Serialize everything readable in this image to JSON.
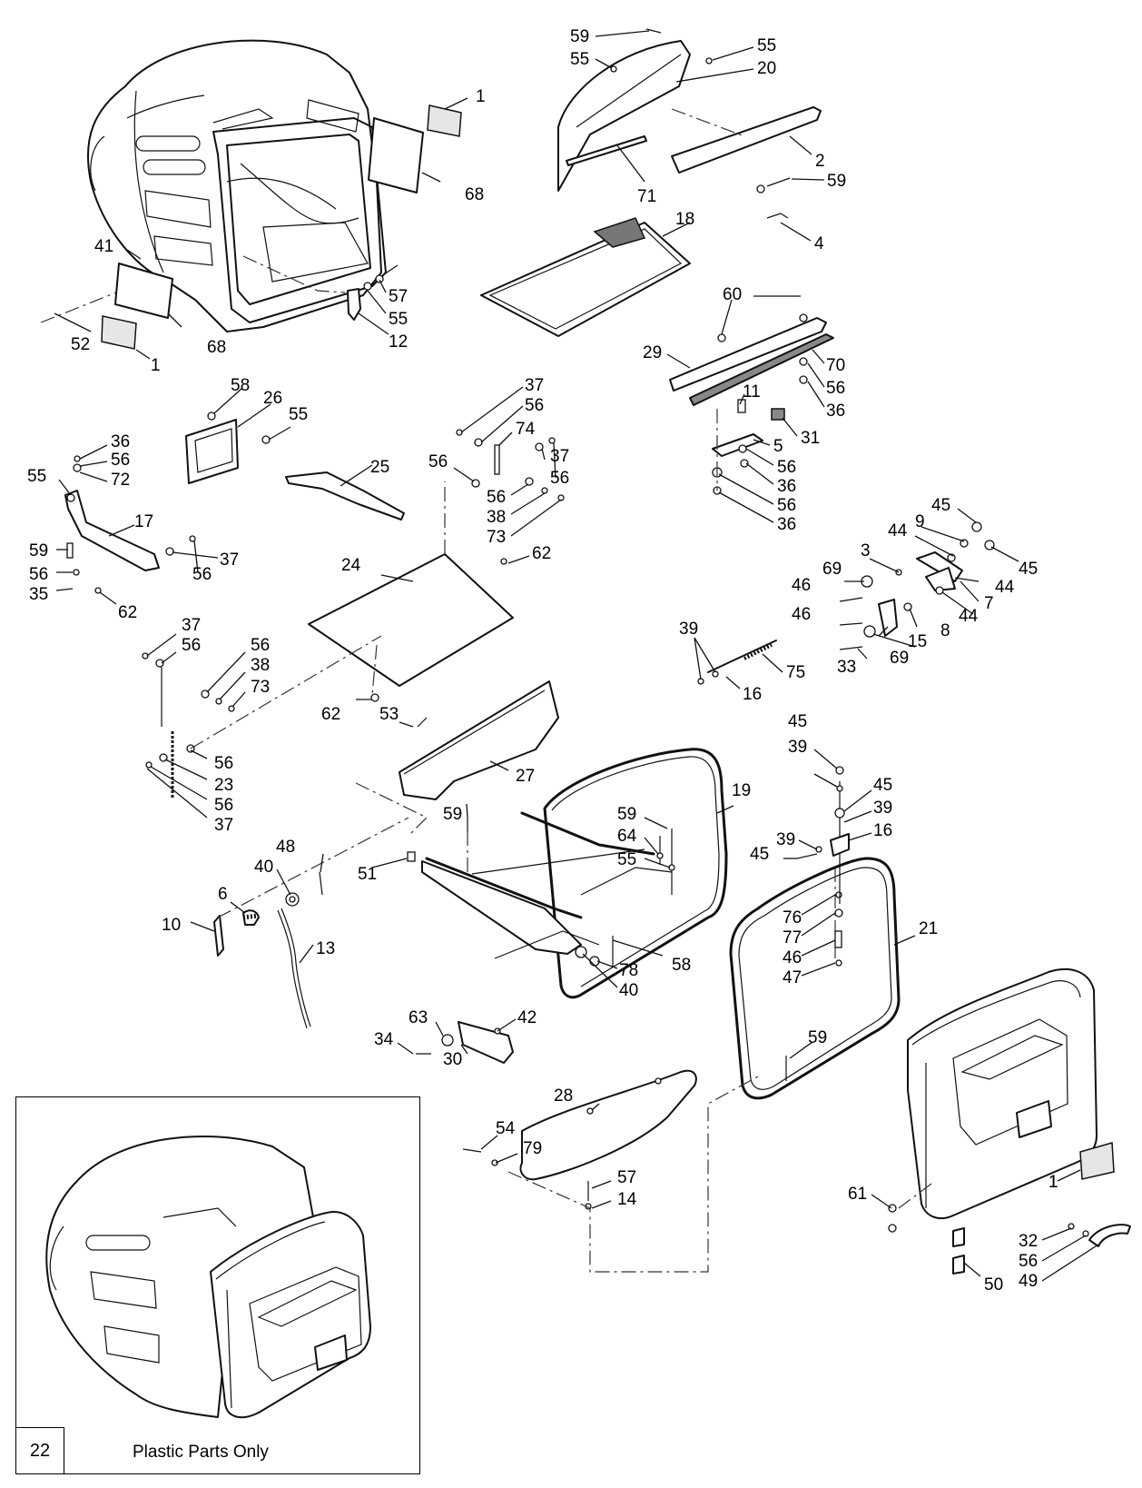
{
  "inset": {
    "number": "22",
    "caption": "Plastic Parts Only"
  },
  "callouts": {
    "c1": "1",
    "c2": "1",
    "c3": "1",
    "c4": "68",
    "c5": "68",
    "c6": "41",
    "c7": "52",
    "c8": "57",
    "c9": "55",
    "c10": "12",
    "c11": "59",
    "c12": "55",
    "c13": "55",
    "c14": "20",
    "c15": "2",
    "c16": "59",
    "c17": "71",
    "c18": "4",
    "c19": "18",
    "c20": "60",
    "c21": "29",
    "c22": "70",
    "c23": "56",
    "c24": "36",
    "c25": "11",
    "c26": "31",
    "c27": "5",
    "c28": "56",
    "c29": "36",
    "c30": "56",
    "c31": "36",
    "c32": "58",
    "c33": "26",
    "c34": "55",
    "c35": "36",
    "c36": "56",
    "c37": "72",
    "c38": "55",
    "c39": "17",
    "c40": "59",
    "c41": "56",
    "c42": "35",
    "c43": "37",
    "c44": "56",
    "c45": "62",
    "c46": "25",
    "c47": "37",
    "c48": "56",
    "c49": "74",
    "c50": "56",
    "c51": "37",
    "c52": "56",
    "c53": "56",
    "c54": "38",
    "c55": "73",
    "c56": "62",
    "c57": "24",
    "c58": "37",
    "c59": "56",
    "c60": "56",
    "c61": "38",
    "c62": "73",
    "c63": "62",
    "c64": "53",
    "c65": "27",
    "c66": "56",
    "c67": "23",
    "c68": "56",
    "c69": "37",
    "c70": "45",
    "c71": "9",
    "c72": "44",
    "c73": "3",
    "c74": "45",
    "c75": "69",
    "c76": "44",
    "c77": "7",
    "c78": "46",
    "c79": "46",
    "c80": "44",
    "c81": "8",
    "c82": "15",
    "c83": "69",
    "c84": "33",
    "c85": "39",
    "c86": "75",
    "c87": "16",
    "c88": "19",
    "c89": "45",
    "c90": "39",
    "c91": "45",
    "c92": "39",
    "c93": "16",
    "c94": "39",
    "c95": "45",
    "c96": "59",
    "c97": "59",
    "c98": "64",
    "c99": "55",
    "c100": "48",
    "c101": "40",
    "c102": "51",
    "c103": "6",
    "c104": "10",
    "c105": "13",
    "c106": "58",
    "c107": "78",
    "c108": "40",
    "c109": "76",
    "c110": "77",
    "c111": "46",
    "c112": "47",
    "c113": "21",
    "c114": "63",
    "c115": "42",
    "c116": "34",
    "c117": "30",
    "c118": "59",
    "c119": "28",
    "c120": "54",
    "c121": "79",
    "c122": "57",
    "c123": "14",
    "c124": "61",
    "c125": "1",
    "c126": "32",
    "c127": "56",
    "c128": "49",
    "c129": "50"
  }
}
